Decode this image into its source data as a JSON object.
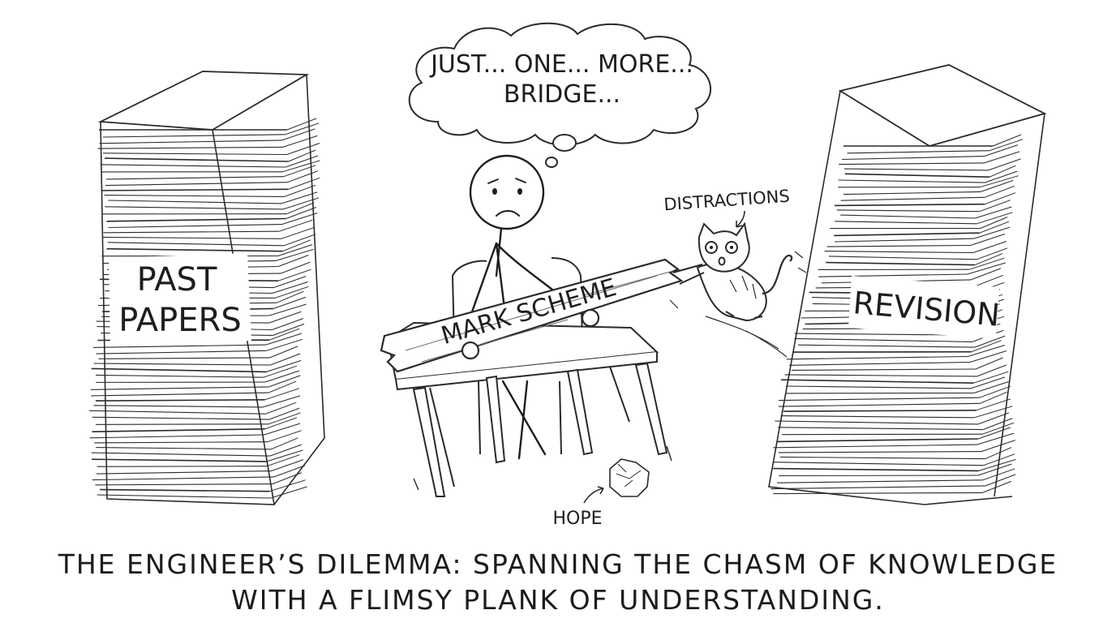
{
  "thought_bubble": {
    "line1": "JUST... ONE... MORE...",
    "line2": "BRIDGE..."
  },
  "left_stack": {
    "line1": "PAST",
    "line2": "PAPERS"
  },
  "right_stack": {
    "label": "REVISION"
  },
  "plank": {
    "label": "MARK SCHEME"
  },
  "annotations": {
    "cat": "DISTRACTIONS",
    "paper_ball": "HOPE"
  },
  "caption": {
    "line1": "THE ENGINEER’S DILEMMA: SPANNING THE CHASM OF KNOWLEDGE",
    "line2": "WITH A FLIMSY PLANK OF UNDERSTANDING."
  },
  "colors": {
    "ink": "#1e1e1e",
    "paper": "#ffffff",
    "shade": "#cfcfcf"
  }
}
